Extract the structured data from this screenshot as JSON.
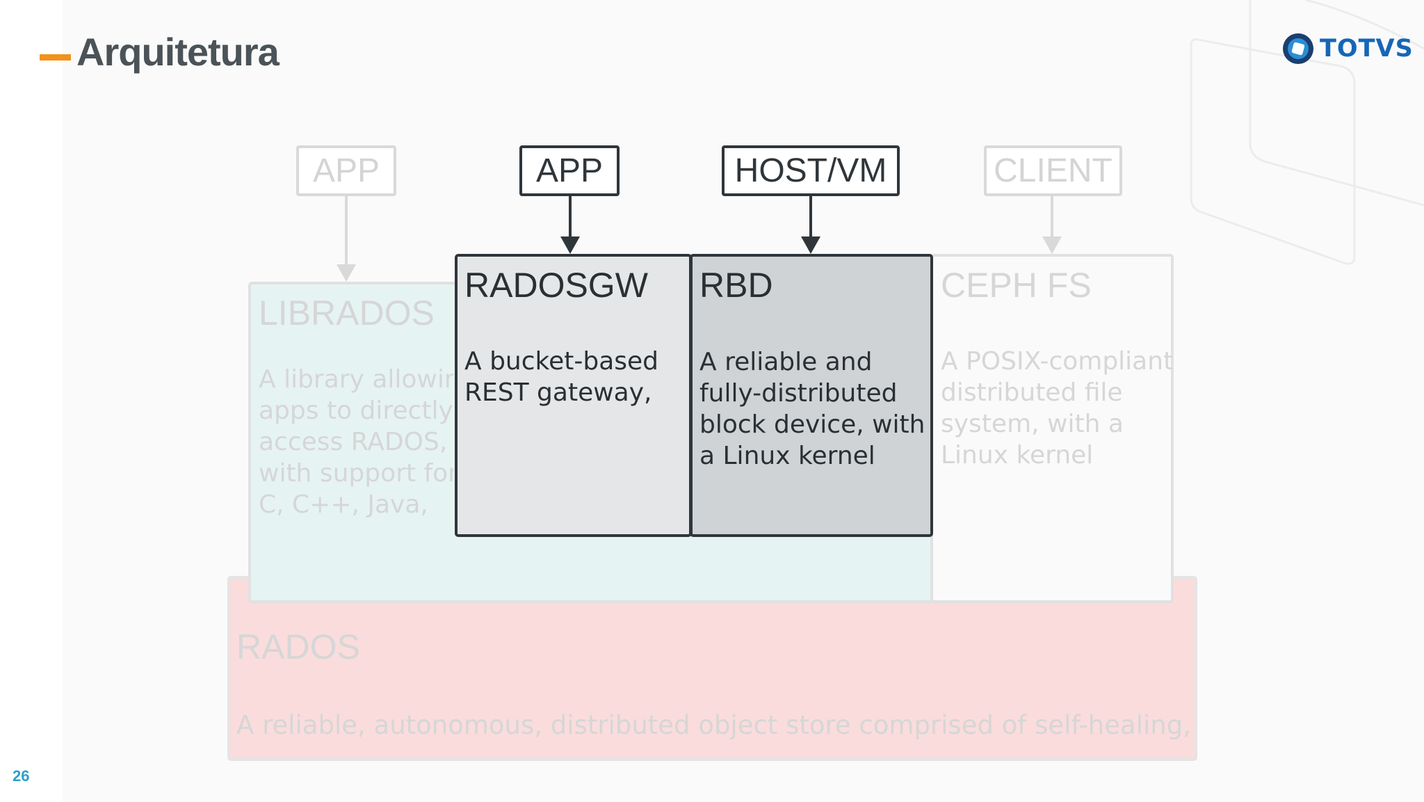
{
  "header": {
    "title": "Arquitetura",
    "logo_text": "TOTVS",
    "page_number": "26"
  },
  "colors": {
    "accent": "#f2921a",
    "brand": "#1666b7",
    "page_number": "#2ca1c7",
    "librados_fill": "#e6f3f3",
    "rados_fill": "#fadcdc",
    "radosgw_fill": "#e4e6e7",
    "rbd_fill": "#cfd3d5"
  },
  "diagram": {
    "clients": [
      {
        "label": "APP"
      },
      {
        "label": "APP"
      },
      {
        "label": "HOST/VM"
      },
      {
        "label": "CLIENT"
      }
    ],
    "librados": {
      "title": "LIBRADOS",
      "desc": "A library allowing\napps to directly\naccess RADOS,\nwith support for\nC, C++, Java,"
    },
    "radosgw": {
      "title": "RADOSGW",
      "desc": "A bucket-based\nREST gateway,"
    },
    "rbd": {
      "title": "RBD",
      "desc": "A reliable and\nfully-distributed\nblock device, with\na Linux kernel"
    },
    "cephfs": {
      "title": "CEPH FS",
      "desc": "A POSIX-compliant\ndistributed file\nsystem, with a\nLinux kernel"
    },
    "rados": {
      "title": "RADOS",
      "desc": "A reliable, autonomous, distributed object store comprised of self-healing,"
    }
  }
}
